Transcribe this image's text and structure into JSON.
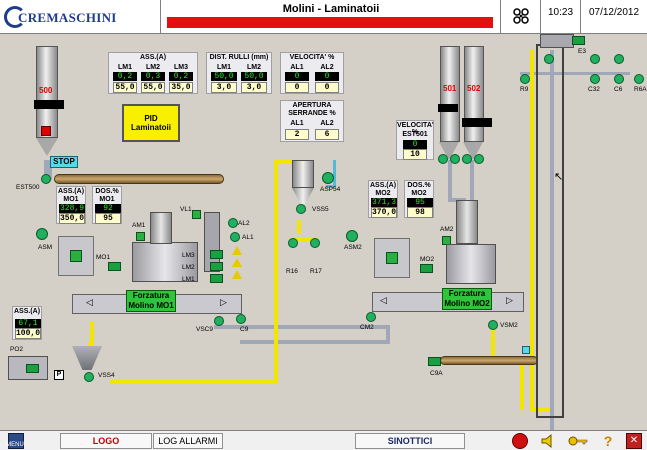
{
  "header": {
    "brand": "CREMASCHINI",
    "title": "Molini - Laminatoii",
    "time": "10:23",
    "date": "07/12/2012"
  },
  "footer": {
    "logo_label": "LOGO",
    "log_alarms_label": "LOG ALLARMI",
    "synoptics_label": "SINOTTICI",
    "menu_label": "MENU"
  },
  "ass_panel": {
    "title": "ASS.(A)",
    "cols": [
      {
        "name": "LM1",
        "actual": "0,2",
        "set": "55,0"
      },
      {
        "name": "LM2",
        "actual": "0,3",
        "set": "55,0"
      },
      {
        "name": "LM3",
        "actual": "0,2",
        "set": "35,0"
      }
    ]
  },
  "dist_panel": {
    "title": "DIST. RULLI (mm)",
    "cols": [
      {
        "name": "LM1",
        "actual": "50,0",
        "set": "3,0"
      },
      {
        "name": "LM2",
        "actual": "50,0",
        "set": "3,0"
      }
    ]
  },
  "vel_panel": {
    "title": "VELOCITA' %",
    "cols": [
      {
        "name": "AL1",
        "actual": "0",
        "set": "0"
      },
      {
        "name": "AL2",
        "actual": "0",
        "set": "0"
      }
    ]
  },
  "apertura_panel": {
    "title_line1": "APERTURA",
    "title_line2": "SERRANDE %",
    "cols": [
      {
        "name": "AL1",
        "set": "2"
      },
      {
        "name": "AL2",
        "set": "6"
      }
    ]
  },
  "pid": {
    "line1": "PID",
    "line2": "Laminatoii"
  },
  "stop_label": "STOP",
  "silos": {
    "s500": "500",
    "s501": "501",
    "s502": "502"
  },
  "mo1_ass": {
    "title": "ASS.(A)",
    "name": "MO1",
    "actual": "328,9",
    "set": "350,0"
  },
  "mo1_dos": {
    "title": "DOS.%",
    "name": "MO1",
    "actual": "92",
    "set": "95"
  },
  "mo2_ass": {
    "title": "ASS.(A)",
    "name": "MO2",
    "actual": "371,3",
    "set": "370,0"
  },
  "mo2_dos": {
    "title": "DOS.%",
    "name": "MO2",
    "actual": "95",
    "set": "98"
  },
  "po2_ass": {
    "title": "ASS.(A)",
    "actual": "67,1",
    "set": "100,0"
  },
  "vel501": {
    "title": "VELOCITA' %",
    "name": "EST501",
    "actual": "0",
    "set": "10"
  },
  "forzatura1": {
    "line1": "Forzatura",
    "line2": "Molino MO1"
  },
  "forzatura2": {
    "line1": "Forzatura",
    "line2": "Molino MO2"
  },
  "tags": {
    "est500": "EST500",
    "asm": "ASM",
    "mo1": "MO1",
    "am1": "AM1",
    "vl1": "VL1",
    "al2": "AL2",
    "al1": "AL1",
    "lm1": "LM1",
    "lm2": "LM2",
    "lm3": "LM3",
    "vsc9": "VSC9",
    "c9": "C9",
    "po2": "PO2",
    "vss4": "VSS4",
    "p": "P",
    "vss5": "VSS5",
    "asp54": "ASP54",
    "r16": "R16",
    "r17": "R17",
    "asm2": "ASM2",
    "am2": "AM2",
    "mo2": "MO2",
    "cm2": "CM2",
    "vsm2": "VSM2",
    "c9a": "C9A",
    "r9": "R9",
    "c32": "C32",
    "c6": "C6",
    "r6a": "R6A",
    "e3": "E3"
  },
  "colors": {
    "alarm": "#e41010",
    "value_green": "#27e827",
    "pipe_yellow": "#f2e600",
    "panel_green": "#2fc43a"
  }
}
